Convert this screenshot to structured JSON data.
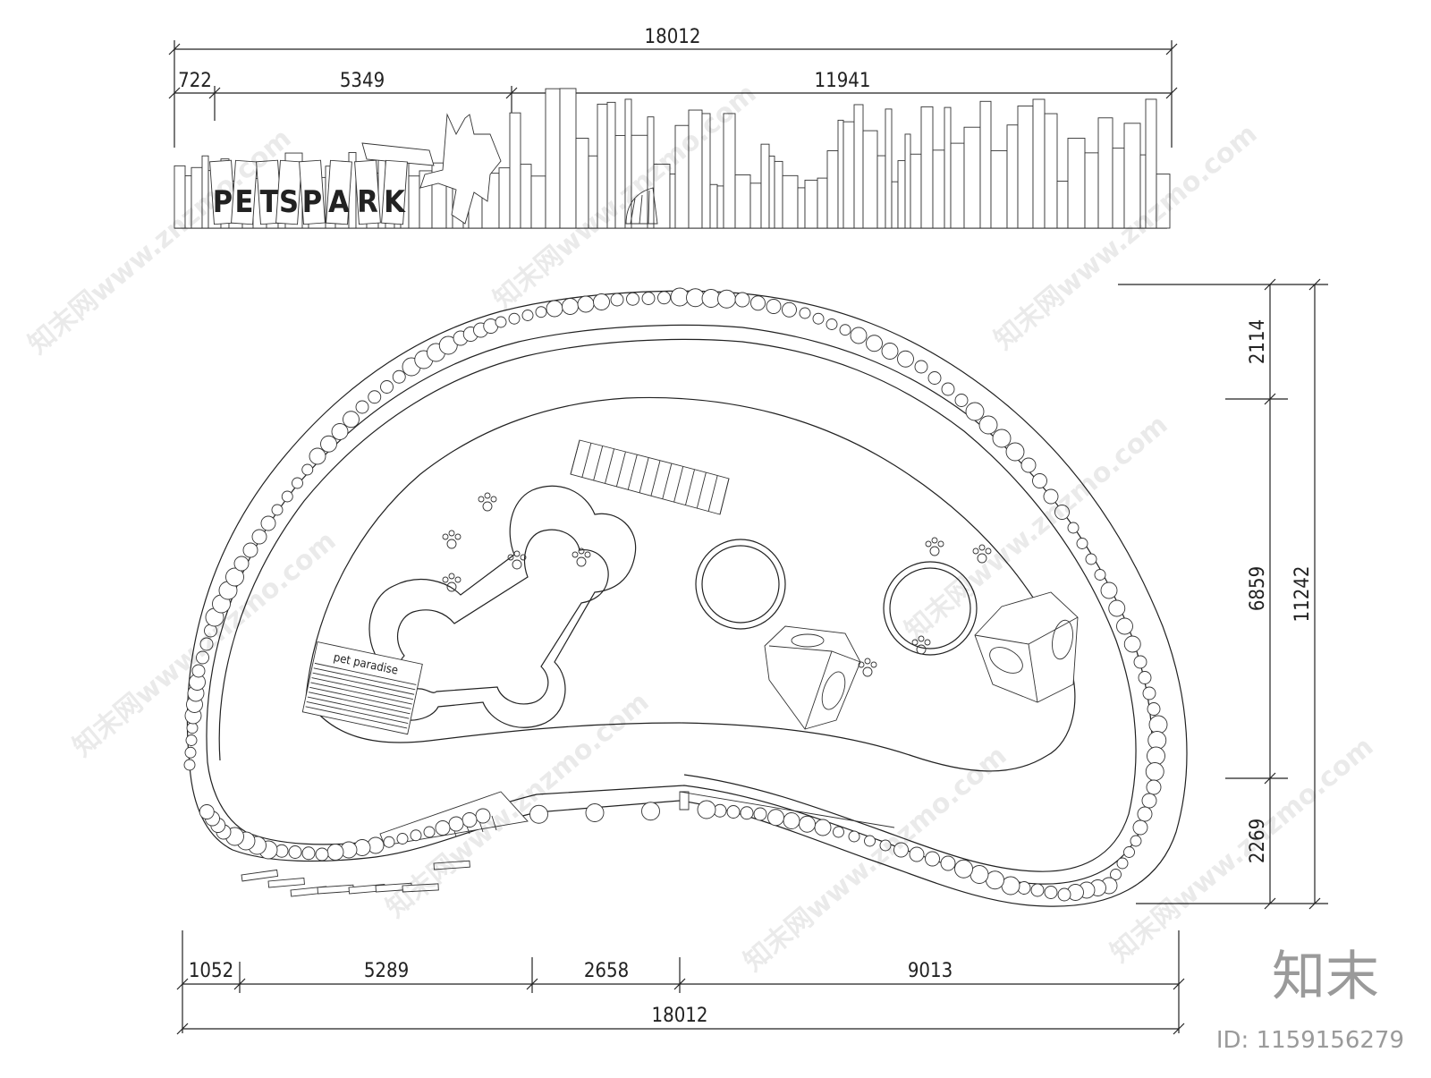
{
  "drawing": {
    "elevation": {
      "sign_text": "PETSPARK",
      "dims_top": {
        "overall": "18012",
        "seg_a": "722",
        "seg_b": "5349",
        "seg_c": "11941"
      }
    },
    "plan": {
      "dims_right": {
        "overall": "11242",
        "seg_a": "2114",
        "seg_b": "6859",
        "seg_c": "2269"
      },
      "dims_bottom": {
        "overall": "18012",
        "seg_a": "1052",
        "seg_b": "5289",
        "seg_c": "2658",
        "seg_d": "9013"
      },
      "bench_text": "pet paradise"
    }
  },
  "watermark": {
    "text": "知末网www.znzmo.com",
    "brand": "知末",
    "id_label": "ID: 1159156279"
  },
  "colors": {
    "line": "#222222",
    "watermark": "#9a9a9a",
    "background": "#ffffff"
  }
}
